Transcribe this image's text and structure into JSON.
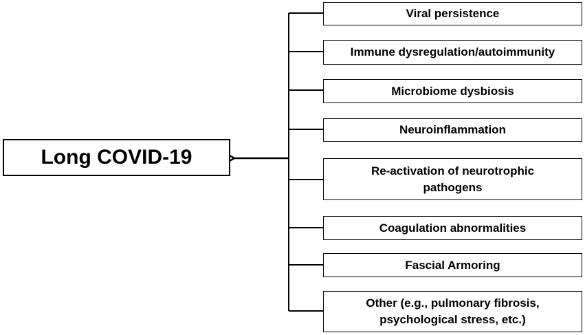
{
  "diagram": {
    "target": {
      "label": "Long COVID-19"
    },
    "causes": [
      {
        "lines": [
          "Viral persistence"
        ]
      },
      {
        "lines": [
          "Immune dysregulation/autoimmunity"
        ]
      },
      {
        "lines": [
          "Microbiome dysbiosis"
        ]
      },
      {
        "lines": [
          "Neuroinflammation"
        ]
      },
      {
        "lines": [
          "Re-activation of neurotrophic",
          "pathogens"
        ]
      },
      {
        "lines": [
          "Coagulation abnormalities"
        ]
      },
      {
        "lines": [
          "Fascial Armoring"
        ]
      },
      {
        "lines": [
          "Other (e.g., pulmonary fibrosis,",
          "psychological stress, etc.)"
        ]
      }
    ]
  }
}
